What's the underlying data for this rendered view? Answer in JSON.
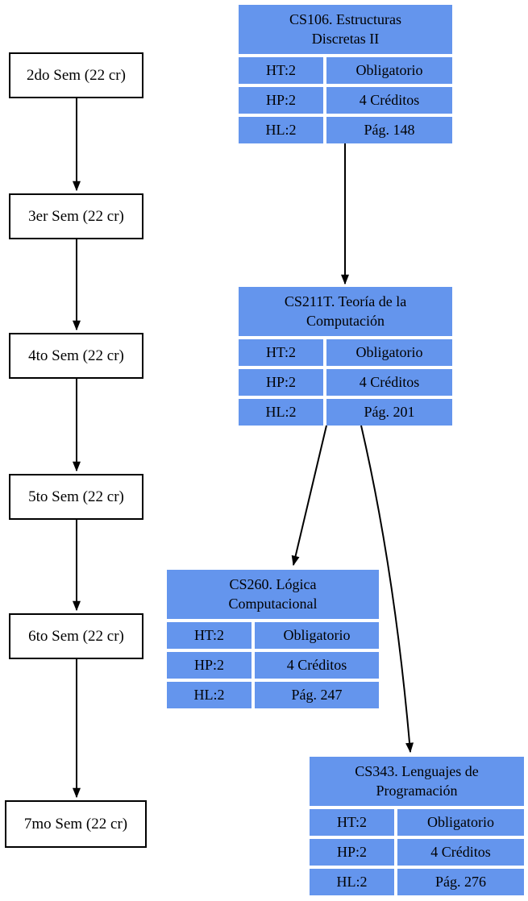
{
  "diagram": {
    "background_color": "#ffffff",
    "course_card_color": "#6495ED",
    "node_border_color": "#000000",
    "edge_color": "#000000",
    "semesters": [
      {
        "label": "2do Sem (22 cr)"
      },
      {
        "label": "3er Sem (22 cr)"
      },
      {
        "label": "4to Sem (22 cr)"
      },
      {
        "label": "5to Sem (22 cr)"
      },
      {
        "label": "6to Sem (22 cr)"
      },
      {
        "label": "7mo Sem (22 cr)"
      }
    ],
    "courses": [
      {
        "code": "CS106",
        "title_lines": [
          "CS106. Estructuras",
          "Discretas II"
        ],
        "rows": [
          {
            "key": "HT:2",
            "value": "Obligatorio"
          },
          {
            "key": "HP:2",
            "value": "4 Créditos"
          },
          {
            "key": "HL:2",
            "value": "Pág. 148"
          }
        ]
      },
      {
        "code": "CS211T",
        "title_lines": [
          "CS211T. Teoría de la",
          "Computación"
        ],
        "rows": [
          {
            "key": "HT:2",
            "value": "Obligatorio"
          },
          {
            "key": "HP:2",
            "value": "4 Créditos"
          },
          {
            "key": "HL:2",
            "value": "Pág. 201"
          }
        ]
      },
      {
        "code": "CS260",
        "title_lines": [
          "CS260. Lógica",
          "Computacional"
        ],
        "rows": [
          {
            "key": "HT:2",
            "value": "Obligatorio"
          },
          {
            "key": "HP:2",
            "value": "4 Créditos"
          },
          {
            "key": "HL:2",
            "value": "Pág. 247"
          }
        ]
      },
      {
        "code": "CS343",
        "title_lines": [
          "CS343. Lenguajes de",
          "Programación"
        ],
        "rows": [
          {
            "key": "HT:2",
            "value": "Obligatorio"
          },
          {
            "key": "HP:2",
            "value": "4 Créditos"
          },
          {
            "key": "HL:2",
            "value": "Pág. 276"
          }
        ]
      }
    ],
    "edges": [
      {
        "from": "2do Sem (22 cr)",
        "to": "3er Sem (22 cr)"
      },
      {
        "from": "3er Sem (22 cr)",
        "to": "4to Sem (22 cr)"
      },
      {
        "from": "4to Sem (22 cr)",
        "to": "5to Sem (22 cr)"
      },
      {
        "from": "5to Sem (22 cr)",
        "to": "6to Sem (22 cr)"
      },
      {
        "from": "6to Sem (22 cr)",
        "to": "7mo Sem (22 cr)"
      },
      {
        "from": "CS106",
        "to": "CS211T"
      },
      {
        "from": "CS211T",
        "to": "CS260"
      },
      {
        "from": "CS211T",
        "to": "CS343"
      }
    ]
  }
}
